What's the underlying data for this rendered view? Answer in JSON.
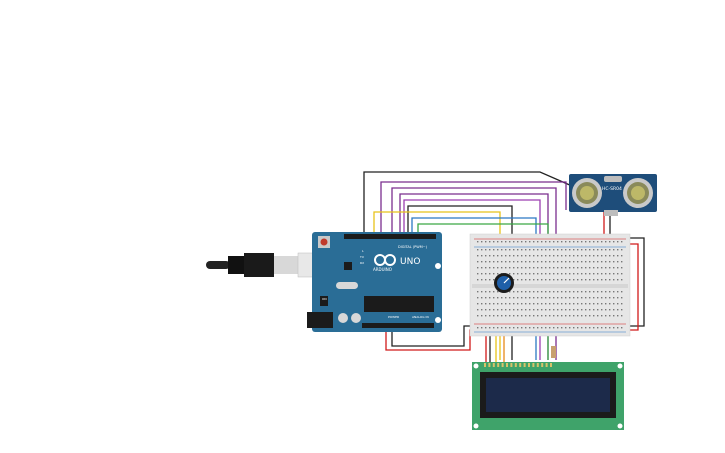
{
  "arduino": {
    "logo_text": "UNO",
    "brand_text": "ARDUINO",
    "digital_label": "DIGITAL (PWM~)",
    "power_label": "POWER",
    "analog_label": "ANALOG IN",
    "tx_label": "TX",
    "rx_label": "RX",
    "l_label": "L",
    "on_label": "ON",
    "color": "#2a6d96"
  },
  "sensor": {
    "model_label": "HC-SR04",
    "color": "#1e4d7a"
  },
  "lcd": {
    "screen_color": "#1c2a4a",
    "board_color": "#3fa36a"
  },
  "breadboard": {
    "color": "#e6e6e6"
  },
  "potentiometer": {
    "color": "#1f5fa8"
  },
  "wire_colors": {
    "black": "#222222",
    "red": "#d11a1a",
    "purple": "#7b2e8e",
    "yellow": "#e8c21a",
    "green": "#3aa845",
    "blue": "#2b78c4",
    "orange": "#e88a1a"
  }
}
